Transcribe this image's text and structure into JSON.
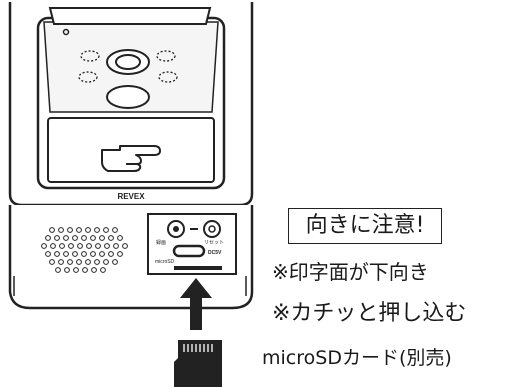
{
  "device": {
    "brand": "REVEX",
    "slot_labels": {
      "left": "録画",
      "right": "リセット",
      "dc": "DC5V",
      "sd": "microSD"
    }
  },
  "notes": {
    "title": "向きに注意!",
    "line1": "※印字面が下向き",
    "line2": "※カチッと押し込む",
    "caption": "microSDカード(別売)"
  }
}
